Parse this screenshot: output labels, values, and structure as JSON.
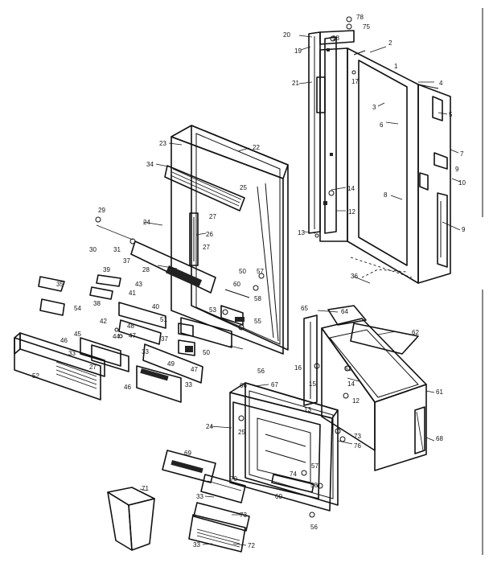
{
  "diagram": {
    "callouts": {
      "c78a": "78",
      "c75": "75",
      "c20": "20",
      "c18": "18",
      "c2": "2",
      "c19": "19",
      "c1": "1",
      "c17": "17",
      "c4": "4",
      "c21": "21",
      "c3": "3",
      "c5": "5",
      "c6": "6",
      "c7": "7",
      "c9a": "9",
      "c10": "10",
      "c23": "23",
      "c22": "22",
      "c34": "34",
      "c25a": "25",
      "c14a": "14",
      "c8": "8",
      "c12a": "12",
      "c29": "29",
      "c24a": "24",
      "c27a": "27",
      "c26": "26",
      "c13a": "13",
      "c9b": "9",
      "c30": "30",
      "c31": "31",
      "c27b": "27",
      "c28": "28",
      "c36": "36",
      "c39": "39",
      "c37a": "37",
      "c43": "43",
      "c35": "35",
      "c41": "41",
      "c38": "38",
      "c50a": "50",
      "c57a": "57",
      "c60a": "60",
      "c58a": "58",
      "c53": "53",
      "c54": "54",
      "c40": "40",
      "c42": "42",
      "c51": "51",
      "c48": "48",
      "c45": "45",
      "c44": "44",
      "c47a": "47",
      "c37b": "37",
      "c46a": "46",
      "c33a": "33",
      "c33b": "33",
      "c50b": "50",
      "c52": "52",
      "c27c": "27",
      "c49": "49",
      "c47b": "47",
      "c46b": "46",
      "c33c": "33",
      "c55": "55",
      "c56a": "56",
      "c65": "65",
      "c64": "64",
      "c62": "62",
      "c16": "16",
      "c63": "63",
      "c15": "15",
      "c14b": "14",
      "c12b": "12",
      "c61": "61",
      "c68": "68",
      "c67": "67",
      "c13b": "13",
      "c24b": "24",
      "c25b": "25",
      "c73": "73",
      "c76": "76",
      "c66": "66",
      "c69": "69",
      "c70": "70",
      "c57b": "57",
      "c74": "74",
      "c60b": "60",
      "c58b": "58",
      "c71": "71",
      "c33d": "33",
      "c73b": "73",
      "c56b": "56",
      "c33e": "33",
      "c72": "72"
    }
  }
}
